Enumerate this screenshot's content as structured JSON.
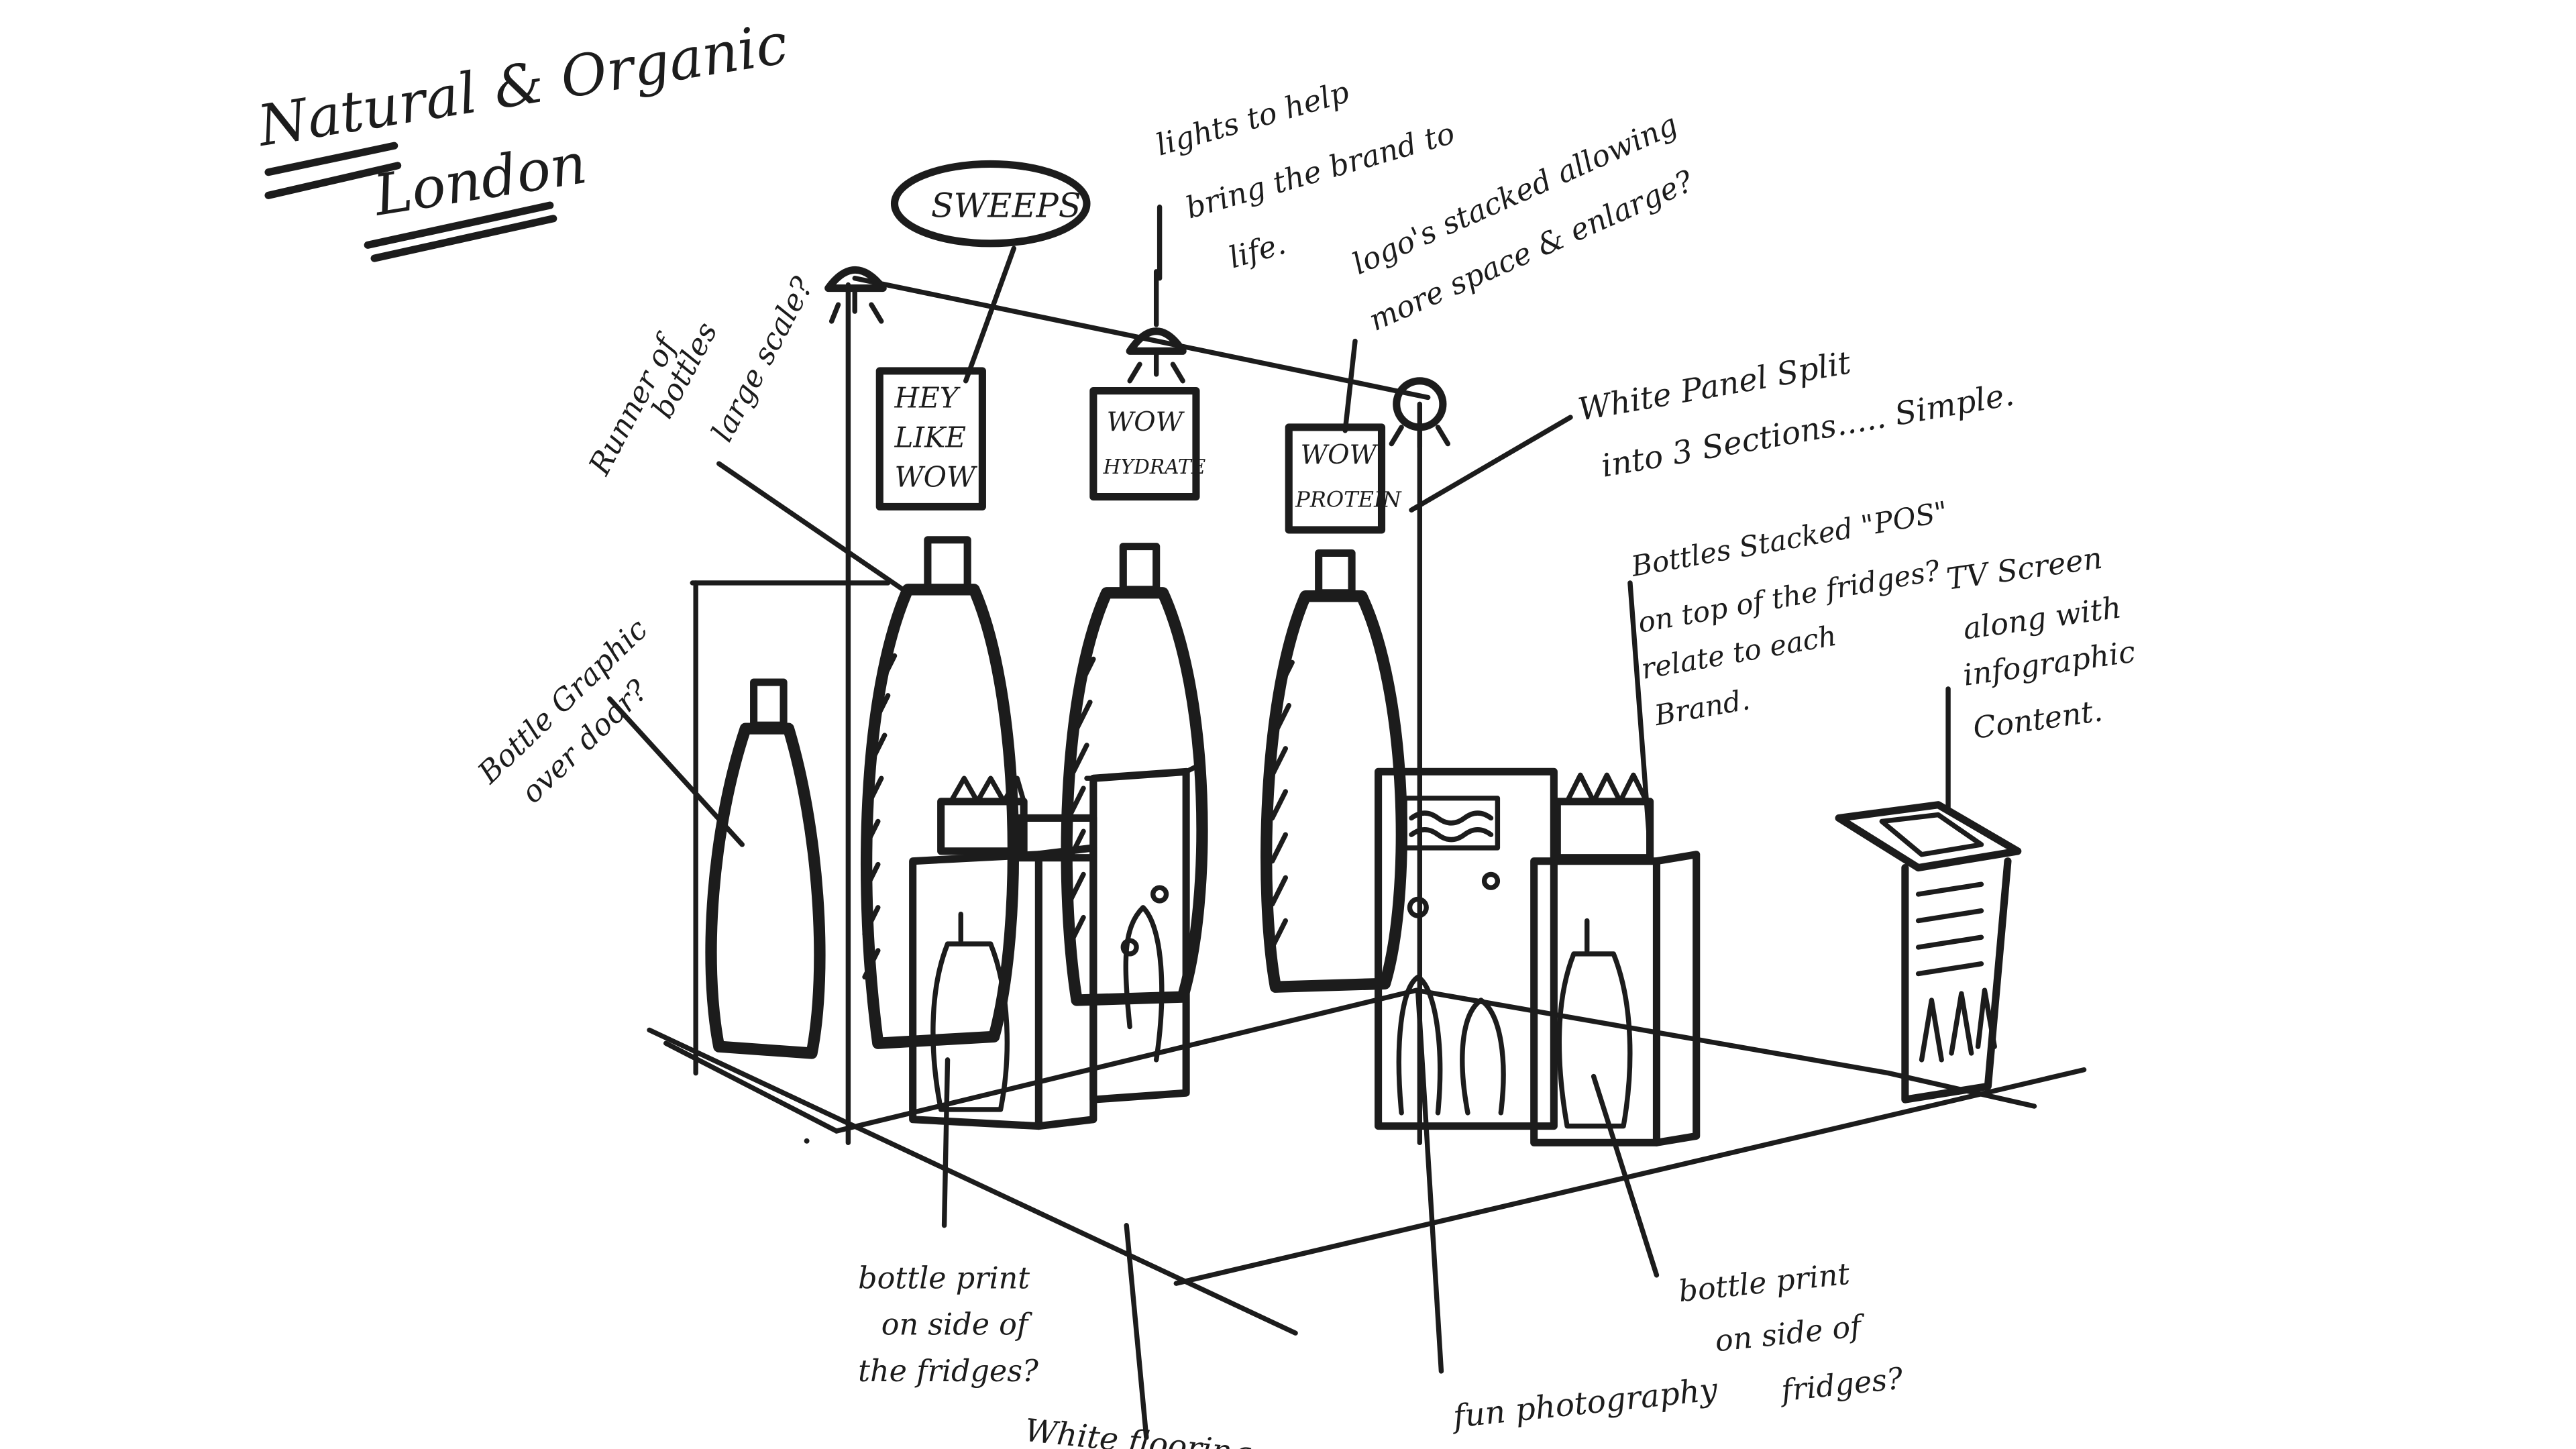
{
  "title": {
    "line1": "Natural & Organic",
    "line2": "London"
  },
  "annotations": {
    "sweeps": "SWEEPS",
    "lights": [
      "lights to help",
      "bring the brand to",
      "life."
    ],
    "logos": [
      "logo's stacked allowing",
      "more space & enlarge?"
    ],
    "runner": [
      "Runner of",
      "bottles",
      "large scale?"
    ],
    "panel": [
      "White Panel Split",
      "into 3 Sections..... Simple."
    ],
    "bottles_pos": [
      "Bottles Stacked \"POS\"",
      "on top of the fridges?",
      "relate to each",
      "Brand."
    ],
    "tv": [
      "TV Screen",
      "along with",
      "infographic",
      "Content."
    ],
    "bottle_graphic": [
      "Bottle Graphic",
      "over door?"
    ],
    "print_left": [
      "bottle print",
      "on side of",
      "the fridges?"
    ],
    "print_right": [
      "bottle print",
      "on side of",
      "fridges?"
    ],
    "flooring": "White flooring",
    "photography": "fun photography"
  },
  "signs": {
    "sign1": [
      "HEY",
      "LIKE",
      "WOW"
    ],
    "sign2": [
      "WOW",
      "HYDRATE"
    ],
    "sign3": [
      "WOW",
      "PROTEIN"
    ]
  }
}
